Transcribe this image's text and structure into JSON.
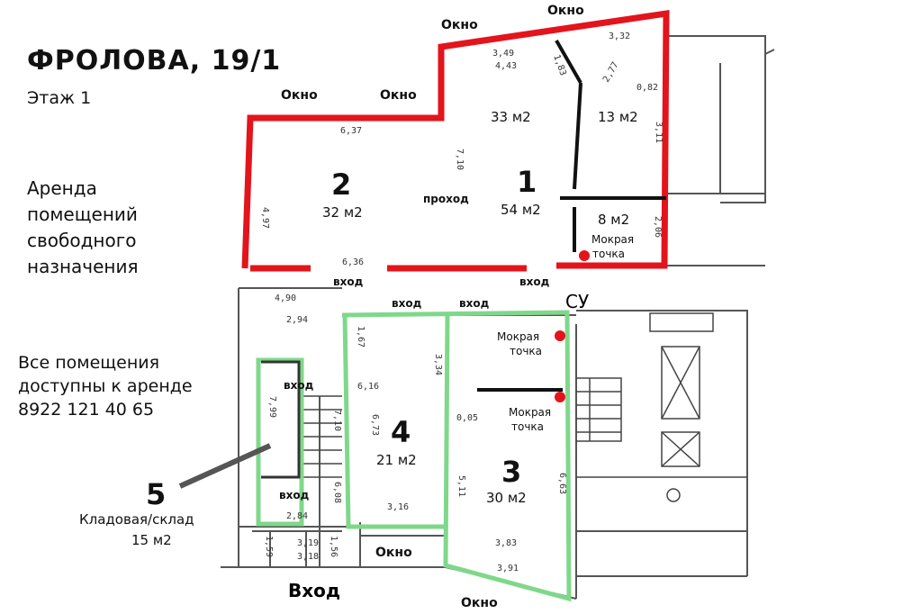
{
  "title": "ФРОЛОВА, 19/1",
  "floor": "Этаж 1",
  "rent_lines": [
    "Аренда",
    "помещений",
    "свободного",
    "назначения"
  ],
  "availability_lines": [
    "Все помещения",
    "доступны к аренде",
    "8922 121 40 65"
  ],
  "rooms": {
    "r1": {
      "number": "1",
      "area": "54 м2"
    },
    "r1a": {
      "area": "33 м2"
    },
    "r1b": {
      "area": "13 м2"
    },
    "r1c": {
      "area": "8 м2"
    },
    "r2": {
      "number": "2",
      "area": "32 м2"
    },
    "r3": {
      "number": "3",
      "area": "30 м2"
    },
    "r4": {
      "number": "4",
      "area": "21 м2"
    },
    "r5": {
      "number": "5",
      "desc": "Кладовая/склад",
      "area": "15 м2"
    }
  },
  "labels": {
    "window": "Окно",
    "entrance": "вход",
    "main_entrance": "Вход",
    "passage": "проход",
    "wet_point_1": "Мокрая",
    "wet_point_2": "точка",
    "bathroom": "СУ"
  },
  "dimensions": [
    "6,37",
    "4,97",
    "6,36",
    "3,49",
    "4,43",
    "3,32",
    "7,10",
    "2,94",
    "7,99",
    "7,10",
    "6,73",
    "3,34",
    "6,16",
    "3,16",
    "2,84",
    "6,08",
    "5,11",
    "0,05",
    "3,83",
    "3,91",
    "6,63",
    "1,59",
    "3,19",
    "3,18",
    "1,56",
    "4,90",
    "1,67",
    "2,77",
    "3,11",
    "1,83",
    "0,82",
    "2,06"
  ],
  "colors": {
    "red": "#e3141b",
    "green": "#7fd88a",
    "wet": "#e3141b"
  }
}
